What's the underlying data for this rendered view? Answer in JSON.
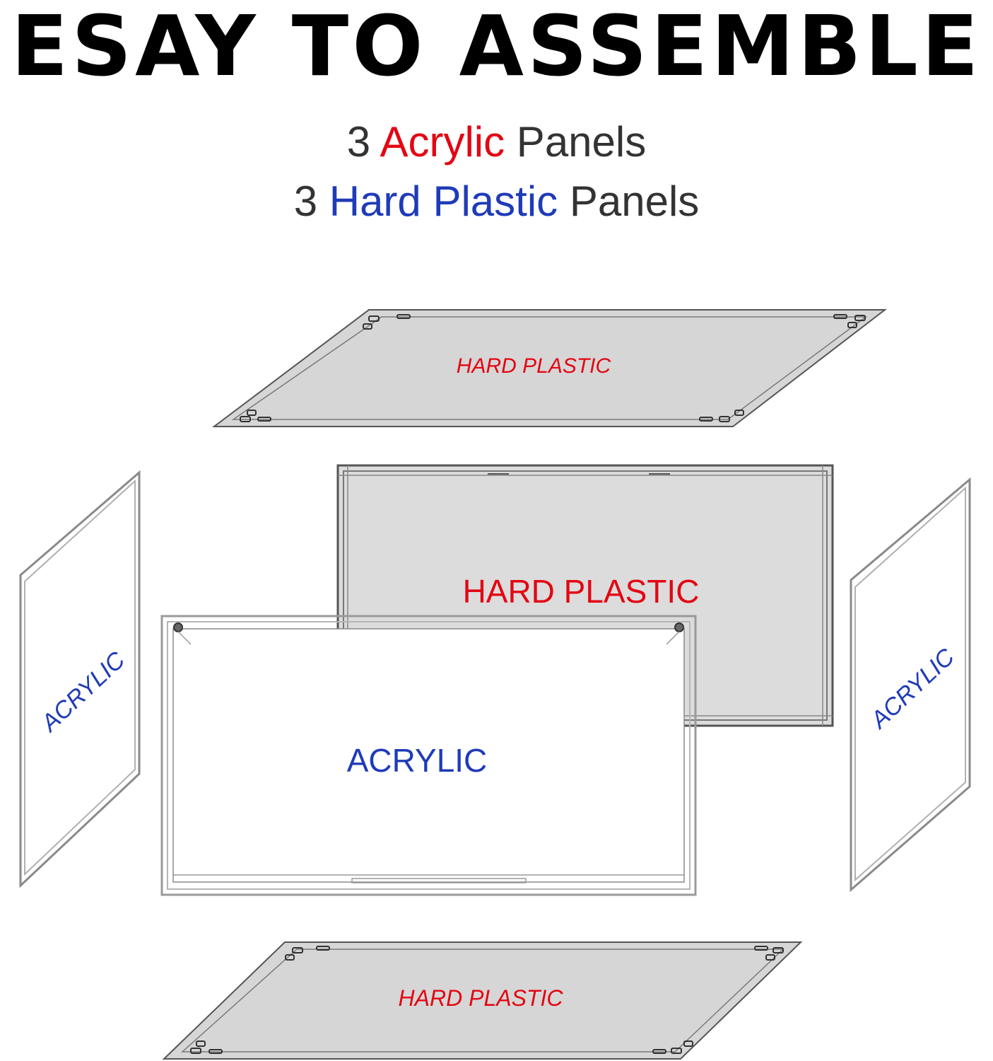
{
  "header": {
    "title": "ESAY TO ASSEMBLE"
  },
  "summary": {
    "line1": {
      "count": "3",
      "material": "Acrylic",
      "suffix": "Panels"
    },
    "line2": {
      "count": "3",
      "material": "Hard Plastic",
      "suffix": "Panels"
    }
  },
  "panels": {
    "top_label": "HARD PLASTIC",
    "back_label": "HARD PLASTIC",
    "front_label": "ACRYLIC",
    "left_label": "ACRYLIC",
    "right_label": "ACRYLIC",
    "bottom_label": "HARD PLASTIC"
  },
  "colors": {
    "acrylic_text": "#1f3bb8",
    "hard_plastic_text": "#e30613",
    "panel_fill": "#d6d6d6",
    "panel_stroke": "#555555"
  }
}
